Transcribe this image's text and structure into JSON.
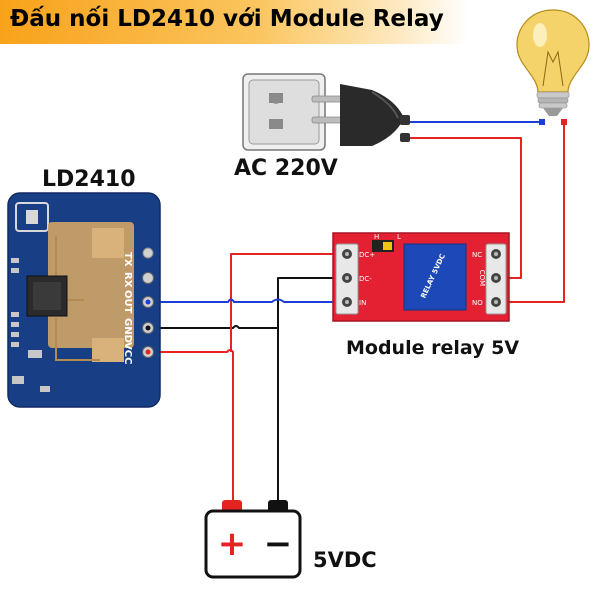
{
  "title": "Đấu nối LD2410 với Module Relay",
  "sensor": {
    "name": "LD2410",
    "pins": [
      "TX",
      "RX",
      "OUT",
      "GND",
      "VCC"
    ]
  },
  "ac_source": {
    "label": "AC 220V"
  },
  "relay": {
    "name": "Module relay 5V",
    "chip_text": "RELAY 5VDC",
    "jumper": [
      "H",
      "L"
    ],
    "input_pins": [
      "DC+",
      "DC-",
      "IN"
    ],
    "output_pins": [
      "NC",
      "COM",
      "NO"
    ]
  },
  "battery": {
    "label": "5VDC",
    "pos_symbol": "+",
    "neg_symbol": "−"
  },
  "colors": {
    "wire_red": "#e52421",
    "wire_blue": "#1b3fd6",
    "wire_black": "#111111",
    "sensor_board": "#183f85",
    "relay_board": "#e42033",
    "title_orange": "#f8a21a"
  },
  "icons": [
    "ac-socket-icon",
    "plug-icon",
    "light-bulb-icon",
    "battery-icon"
  ]
}
